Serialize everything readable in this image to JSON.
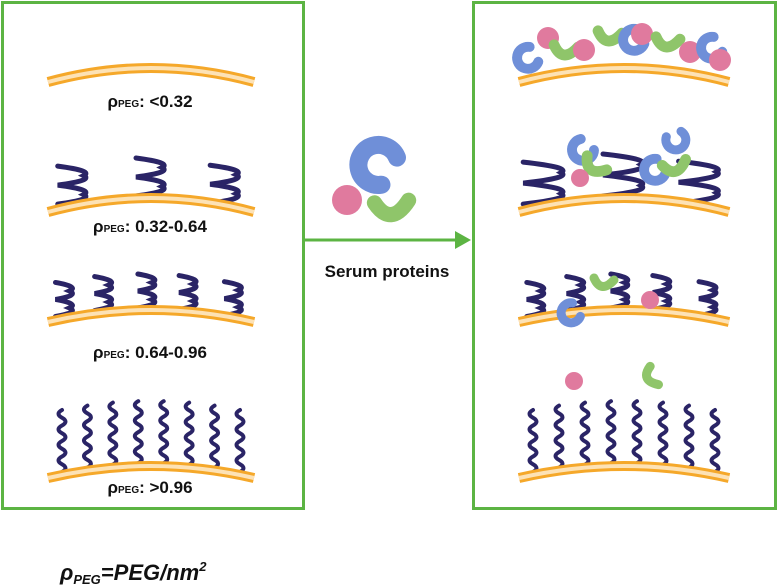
{
  "colors": {
    "frame": "#5cb443",
    "membrane_outer": "#f5a82a",
    "membrane_inner": "#fde2b5",
    "peg": "#2a2466",
    "protein_blue": "#6f8fd8",
    "protein_pink": "#e07a9e",
    "protein_green": "#8fc56a"
  },
  "left_panel": {
    "rows": [
      {
        "symbol": "ρ",
        "subscript": "PEG",
        "range": ": <0.32"
      },
      {
        "symbol": "ρ",
        "subscript": "PEG",
        "range": ": 0.32-0.64"
      },
      {
        "symbol": "ρ",
        "subscript": "PEG",
        "range": ": 0.64-0.96"
      },
      {
        "symbol": "ρ",
        "subscript": "PEG",
        "range": ": >0.96"
      }
    ]
  },
  "arrow": {
    "label": "Serum proteins"
  },
  "formula": {
    "symbol": "ρ",
    "subscript": "PEG",
    "rest": "=PEG/nm",
    "superscript": "2"
  }
}
